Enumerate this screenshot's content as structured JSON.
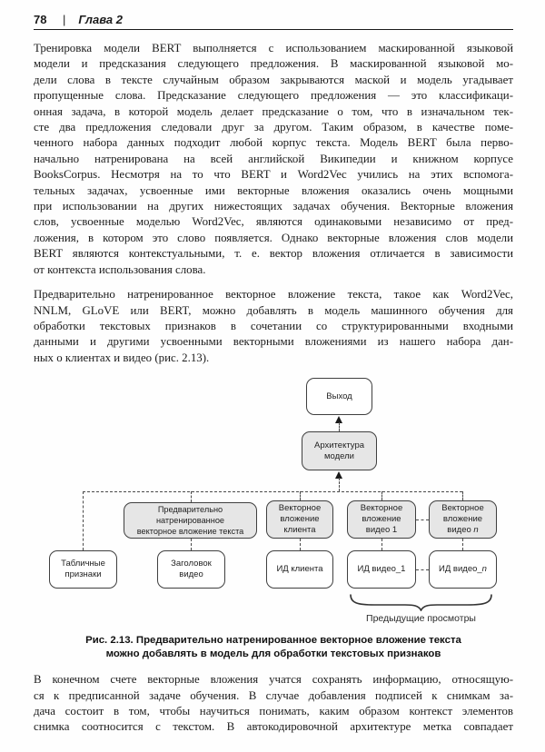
{
  "header": {
    "page_number": "78",
    "separator": "|",
    "chapter_title": "Глава 2"
  },
  "paragraphs": [
    {
      "lines": [
        "Тренировка модели BERT выполняется с использованием маскированной языковой",
        "модели и предсказания следующего предложения. В маскированной языковой мо-",
        "дели слова в тексте случайным образом закрываются маской и модель угадывает",
        "пропущенные слова. Предсказание следующего предложения — это классификаци-",
        "онная задача, в которой модель делает предсказание о том, что в изначальном тек-",
        "сте два предложения следовали друг за другом. Таким образом, в качестве поме-",
        "ченного набора данных подходит любой корпус текста. Модель BERT была перво-",
        "начально натренирована на всей английской Википедии и книжном корпусе",
        "BooksCorpus. Несмотря на то что BERT и Word2Vec учились на этих вспомога-",
        "тельных задачах, усвоенные ими векторные вложения оказались очень мощными",
        "при использовании на других нижестоящих задачах обучения. Векторные вложения",
        "слов, усвоенные моделью Word2Vec, являются одинаковыми независимо от пред-",
        "ложения, в котором это слово появляется. Однако векторные вложения слов модели",
        "BERT являются контекстуальными, т. е. вектор вложения отличается в зависимости",
        "от контекста использования слова."
      ]
    },
    {
      "lines": [
        "Предварительно натренированное векторное вложение текста, такое как Word2Vec,",
        "NNLM, GLoVE или BERT, можно добавлять в модель машинного обучения для",
        "обработки текстовых признаков в сочетании со структурированными входными",
        "данными и другими усвоенными векторными вложениями из нашего набора дан-",
        "ных о клиентах и видео (рис. 2.13)."
      ]
    },
    {
      "lines": [
        "В конечном счете векторные вложения учатся сохранять информацию, относящую-",
        "ся к предписанной задаче обучения. В случае добавления подписей к снимкам за-",
        "дача состоит в том, чтобы научиться понимать, каким образом контекст элементов",
        "снимка соотносится с текстом. В автокодировочной архитектуре метка совпадает"
      ]
    }
  ],
  "figure": {
    "caption": {
      "line1": "Рис. 2.13. Предварительно натренированное векторное вложение текста",
      "line2": "можно добавлять в модель для обработки текстовых признаков"
    },
    "brace_label": "Предыдущие просмотры",
    "nodes": {
      "output": "Выход",
      "architecture": [
        "Архитектура",
        "модели"
      ],
      "pretrained_text_embedding": [
        "Предварительно натренированное",
        "векторное вложение текста"
      ],
      "client_embedding": [
        "Векторное",
        "вложение",
        "клиента"
      ],
      "video1_embedding": [
        "Векторное",
        "вложение",
        "видео 1"
      ],
      "videon_embedding": [
        "Векторное",
        "вложение"
      ],
      "videon_embedding_last_prefix": "видео ",
      "videon_embedding_n": "n",
      "tabular_features": [
        "Табличные",
        "признаки"
      ],
      "video_title": [
        "Заголовок",
        "видео"
      ],
      "client_id": "ИД клиента",
      "video1_id": "ИД видео_1",
      "videon_id_prefix": "ИД видео_",
      "videon_id_n": "n"
    }
  },
  "colors": {
    "box_gray": "#e6e6e6",
    "box_border": "#3f3f3f",
    "dash_line": "#4a4a4a",
    "text": "#1b1b1b"
  }
}
